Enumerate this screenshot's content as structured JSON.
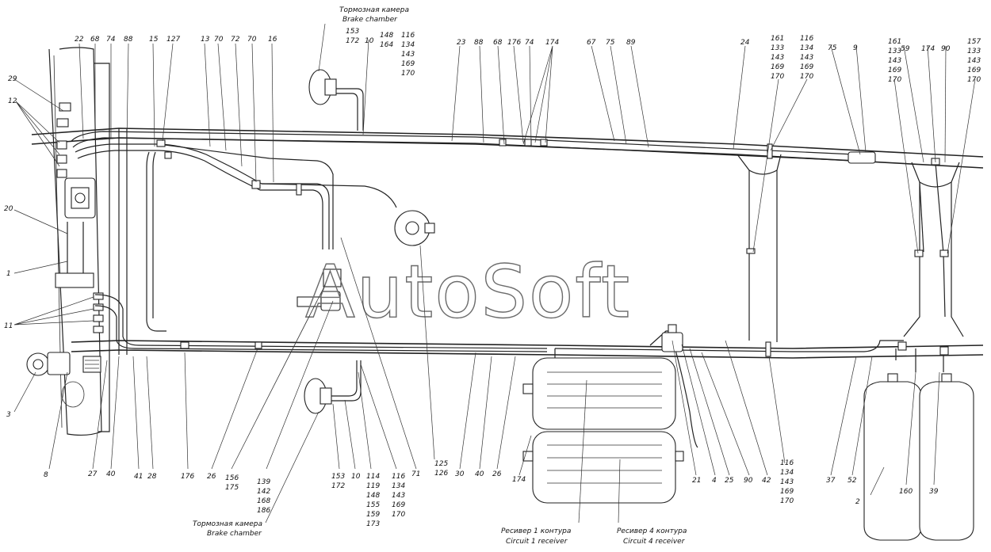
{
  "watermark": "AutoSoft",
  "captions": {
    "chamber_top_ru": "Тормозная камера",
    "chamber_top_en": "Brake chamber",
    "chamber_bottom_ru": "Тормозная камера",
    "chamber_bottom_en": "Brake chamber",
    "receiver1_ru": "Ресивер 1 контура",
    "receiver1_en": "Circuit 1 receiver",
    "receiver4_ru": "Ресивер 4 контура",
    "receiver4_en": "Circuit 4 receiver"
  },
  "labels": {
    "top": {
      "l22": "22",
      "l68a": "68",
      "l74a": "74",
      "l88a": "88",
      "l15": "15",
      "l127": "127",
      "l13": "13",
      "l70a": "70",
      "l72": "72",
      "l70b": "70",
      "l16": "16",
      "l153": "153",
      "l172": "172",
      "l10": "10",
      "l148": "148",
      "l164": "164",
      "g1": [
        "116",
        "134",
        "143",
        "169",
        "170"
      ],
      "l23": "23",
      "l88b": "88",
      "l68b": "68",
      "l176a": "176",
      "l74b": "74",
      "l174a": "174",
      "l67": "67",
      "l75a": "75",
      "l89": "89",
      "l24": "24",
      "g2": [
        "161",
        "133",
        "143",
        "169",
        "170"
      ],
      "g3": [
        "116",
        "134",
        "143",
        "169",
        "170"
      ],
      "l75b": "75",
      "l9": "9",
      "g4": [
        "161",
        "133",
        "143",
        "169",
        "170"
      ],
      "l59": "59",
      "l174b": "174",
      "l90a": "90",
      "g5": [
        "157",
        "133",
        "143",
        "169",
        "170"
      ]
    },
    "left": {
      "l29": "29",
      "l12": "12",
      "l20": "20",
      "l1": "1",
      "l11": "11",
      "l3": "3",
      "l8": "8"
    },
    "bottom": {
      "l27": "27",
      "l40a": "40",
      "l41": "41",
      "l28": "28",
      "l176b": "176",
      "l26a": "26",
      "l156": "156",
      "l175": "175",
      "g6": [
        "139",
        "142",
        "168",
        "186"
      ],
      "g7": [
        "153",
        "172"
      ],
      "l10b": "10",
      "g8": [
        "114",
        "119",
        "148",
        "155",
        "159",
        "173"
      ],
      "g9": [
        "116",
        "134",
        "143",
        "169",
        "170"
      ],
      "l71": "71",
      "l125": "125",
      "l126": "126",
      "l30": "30",
      "l40b": "40",
      "l26b": "26",
      "l174c": "174",
      "l21": "21",
      "l4": "4",
      "l25": "25",
      "l90b": "90",
      "l42": "42",
      "g10": [
        "116",
        "134",
        "143",
        "169",
        "170"
      ],
      "l37": "37",
      "l52": "52",
      "l2": "2",
      "l160": "160",
      "l39": "39"
    }
  }
}
